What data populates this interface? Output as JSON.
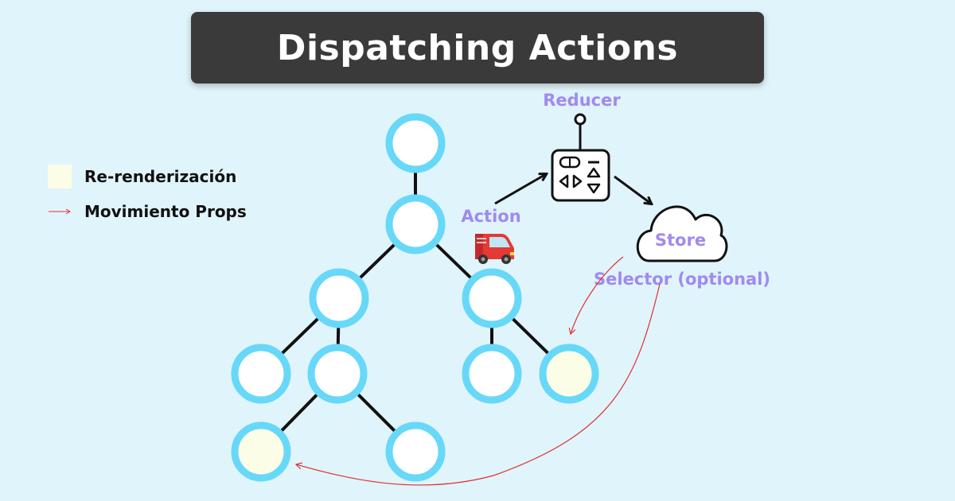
{
  "title": "Dispatching Actions",
  "legend": {
    "rerender_label": "Re-renderización",
    "props_label": "Movimiento Props"
  },
  "labels": {
    "reducer": "Reducer",
    "action": "Action",
    "store": "Store",
    "selector": "Selector (optional)"
  },
  "colors": {
    "background": "#e0f4fb",
    "node_border": "#68d8f8",
    "node_fill": "#ffffff",
    "rerender_fill": "#fbfde6",
    "label_purple": "#a08af0",
    "prop_arrow": "#e03030",
    "title_bg": "#3a3a3a"
  },
  "icons": {
    "reducer": "remote-control-icon",
    "action": "delivery-truck-icon",
    "store": "cloud-icon"
  }
}
